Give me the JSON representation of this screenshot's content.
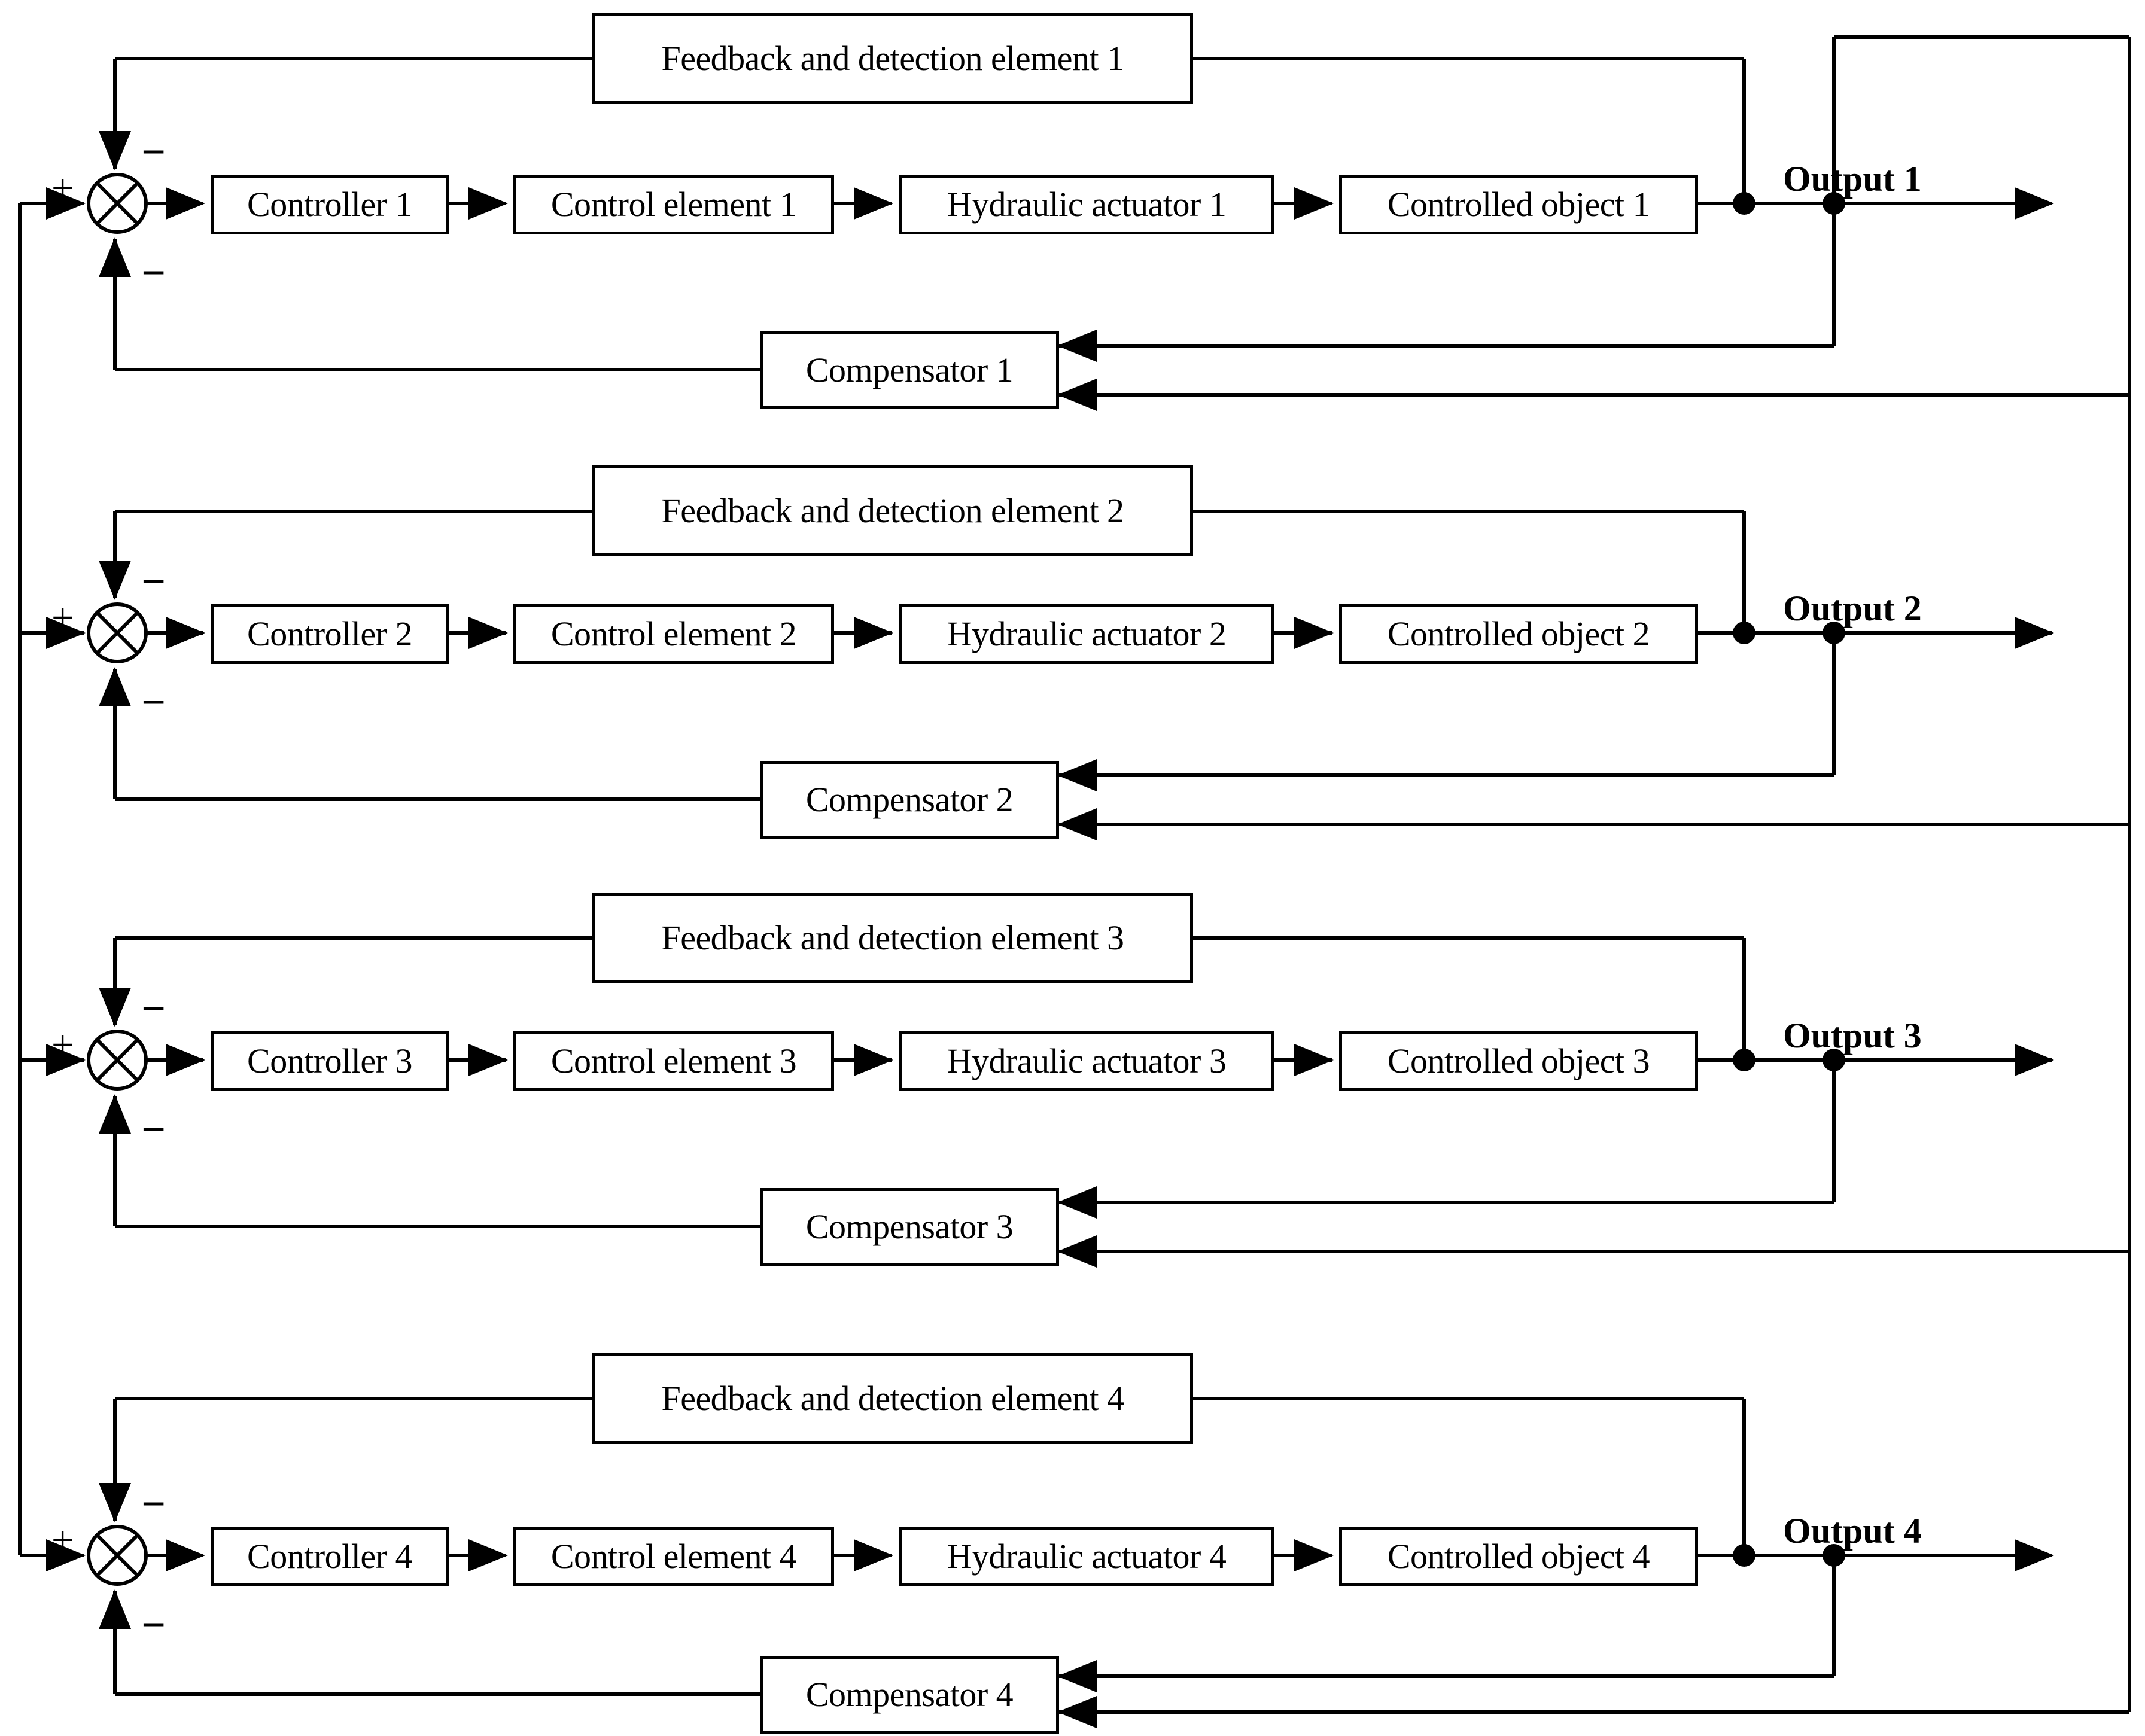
{
  "diagram": {
    "title": "Multi-loop hydraulic control system block diagram",
    "channel_count": 4,
    "stroke_color": "#000000",
    "background_color": "#ffffff",
    "signs": {
      "plus": "+",
      "minus": "−"
    },
    "sum_icon": "summing-junction-cross-circle"
  },
  "channels": [
    {
      "index": 1,
      "feedback": "Feedback and detection element 1",
      "controller": "Controller 1",
      "control_element": "Control element 1",
      "actuator": "Hydraulic actuator 1",
      "plant": "Controlled object 1",
      "compensator": "Compensator 1",
      "output": "Output 1",
      "input_sign": "+",
      "feedback_sign": "−",
      "compensator_sign": "−"
    },
    {
      "index": 2,
      "feedback": "Feedback and detection element 2",
      "controller": "Controller 2",
      "control_element": "Control element 2",
      "actuator": "Hydraulic actuator 2",
      "plant": "Controlled object 2",
      "compensator": "Compensator 2",
      "output": "Output 2",
      "input_sign": "+",
      "feedback_sign": "−",
      "compensator_sign": "−"
    },
    {
      "index": 3,
      "feedback": "Feedback and detection element 3",
      "controller": "Controller 3",
      "control_element": "Control element 3",
      "actuator": "Hydraulic actuator 3",
      "plant": "Controlled object 3",
      "compensator": "Compensator 3",
      "output": "Output 3",
      "input_sign": "+",
      "feedback_sign": "−",
      "compensator_sign": "−"
    },
    {
      "index": 4,
      "feedback": "Feedback and detection element 4",
      "controller": "Controller 4",
      "control_element": "Control element 4",
      "actuator": "Hydraulic actuator 4",
      "plant": "Controlled object 4",
      "compensator": "Compensator 4",
      "output": "Output 4",
      "input_sign": "+",
      "feedback_sign": "−",
      "compensator_sign": "−"
    }
  ]
}
